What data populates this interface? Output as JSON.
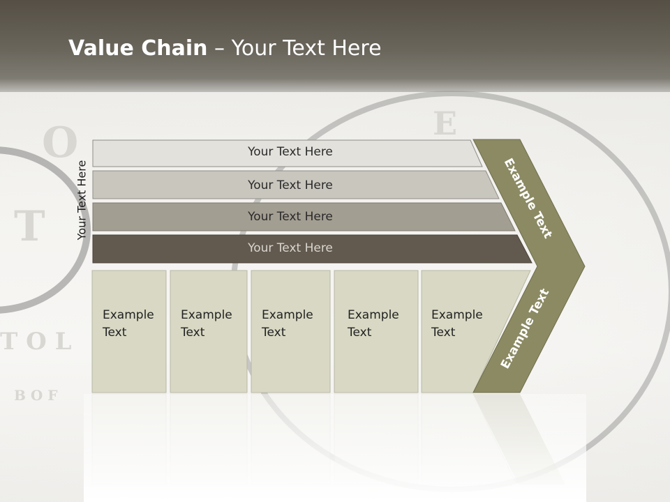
{
  "slide": {
    "title_bold": "Value Chain",
    "title_rest": " – Your Text Here",
    "side_label": "Your Text Here",
    "bars": [
      {
        "label": "Your Text Here",
        "color": "#e2e1dc"
      },
      {
        "label": "Your Text Here",
        "color": "#c9c6bd"
      },
      {
        "label": "Your Text Here",
        "color": "#a39e92"
      },
      {
        "label": "Your Text Here",
        "color": "#625a4f"
      }
    ],
    "boxes": [
      {
        "line1": "Example",
        "line2": "Text"
      },
      {
        "line1": "Example",
        "line2": "Text"
      },
      {
        "line1": "Example",
        "line2": "Text"
      },
      {
        "line1": "Example",
        "line2": "Text"
      },
      {
        "line1": "Example",
        "line2": "Text"
      }
    ],
    "chevron_top_label": "Example Text",
    "chevron_bottom_label": "Example Text",
    "colors": {
      "chevron": "#8b8a63",
      "box": "#d8d8c4",
      "box_border": "#b9b8a6",
      "header": "#5d584e"
    }
  }
}
